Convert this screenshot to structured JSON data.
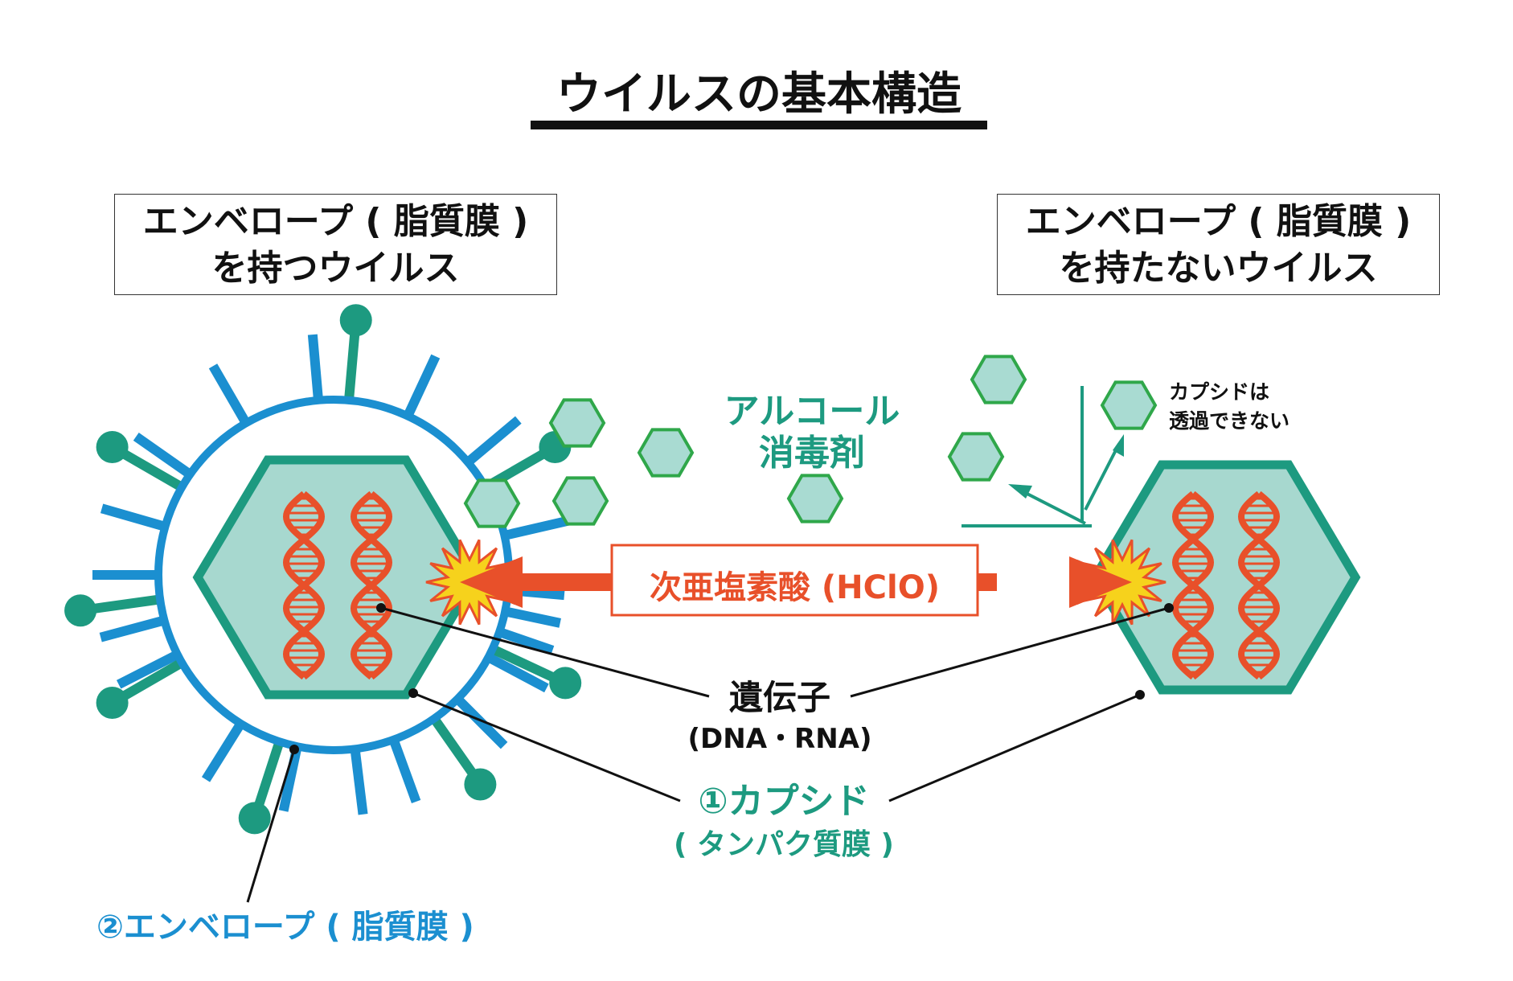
{
  "title": "ウイルスの基本構造",
  "left_box": {
    "line1": "エンベロープ ( 脂質膜 )",
    "line2": "を持つウイルス"
  },
  "right_box": {
    "line1": "エンベロープ ( 脂質膜 )",
    "line2": "を持たないウイルス"
  },
  "alcohol": {
    "line1": "アルコール",
    "line2": "消毒剤"
  },
  "hclo_label": "次亜塩素酸 (HClO)",
  "capsid_note": {
    "line1": "カプシドは",
    "line2": "透過できない"
  },
  "gene": {
    "line1": "遺伝子",
    "line2": "(DNA・RNA)"
  },
  "capsid": {
    "line1": "①カプシド",
    "line2": "( タンパク質膜 )"
  },
  "envelope": "②エンベロープ ( 脂質膜 )",
  "colors": {
    "teal": "#1d9a80",
    "teal_fill": "#a7d8cf",
    "blue": "#1b8fd0",
    "green": "#2fa74a",
    "hex_fill": "#a9dbd2",
    "orange": "#e8502a",
    "burst": "#f6d21c",
    "black": "#111111"
  }
}
